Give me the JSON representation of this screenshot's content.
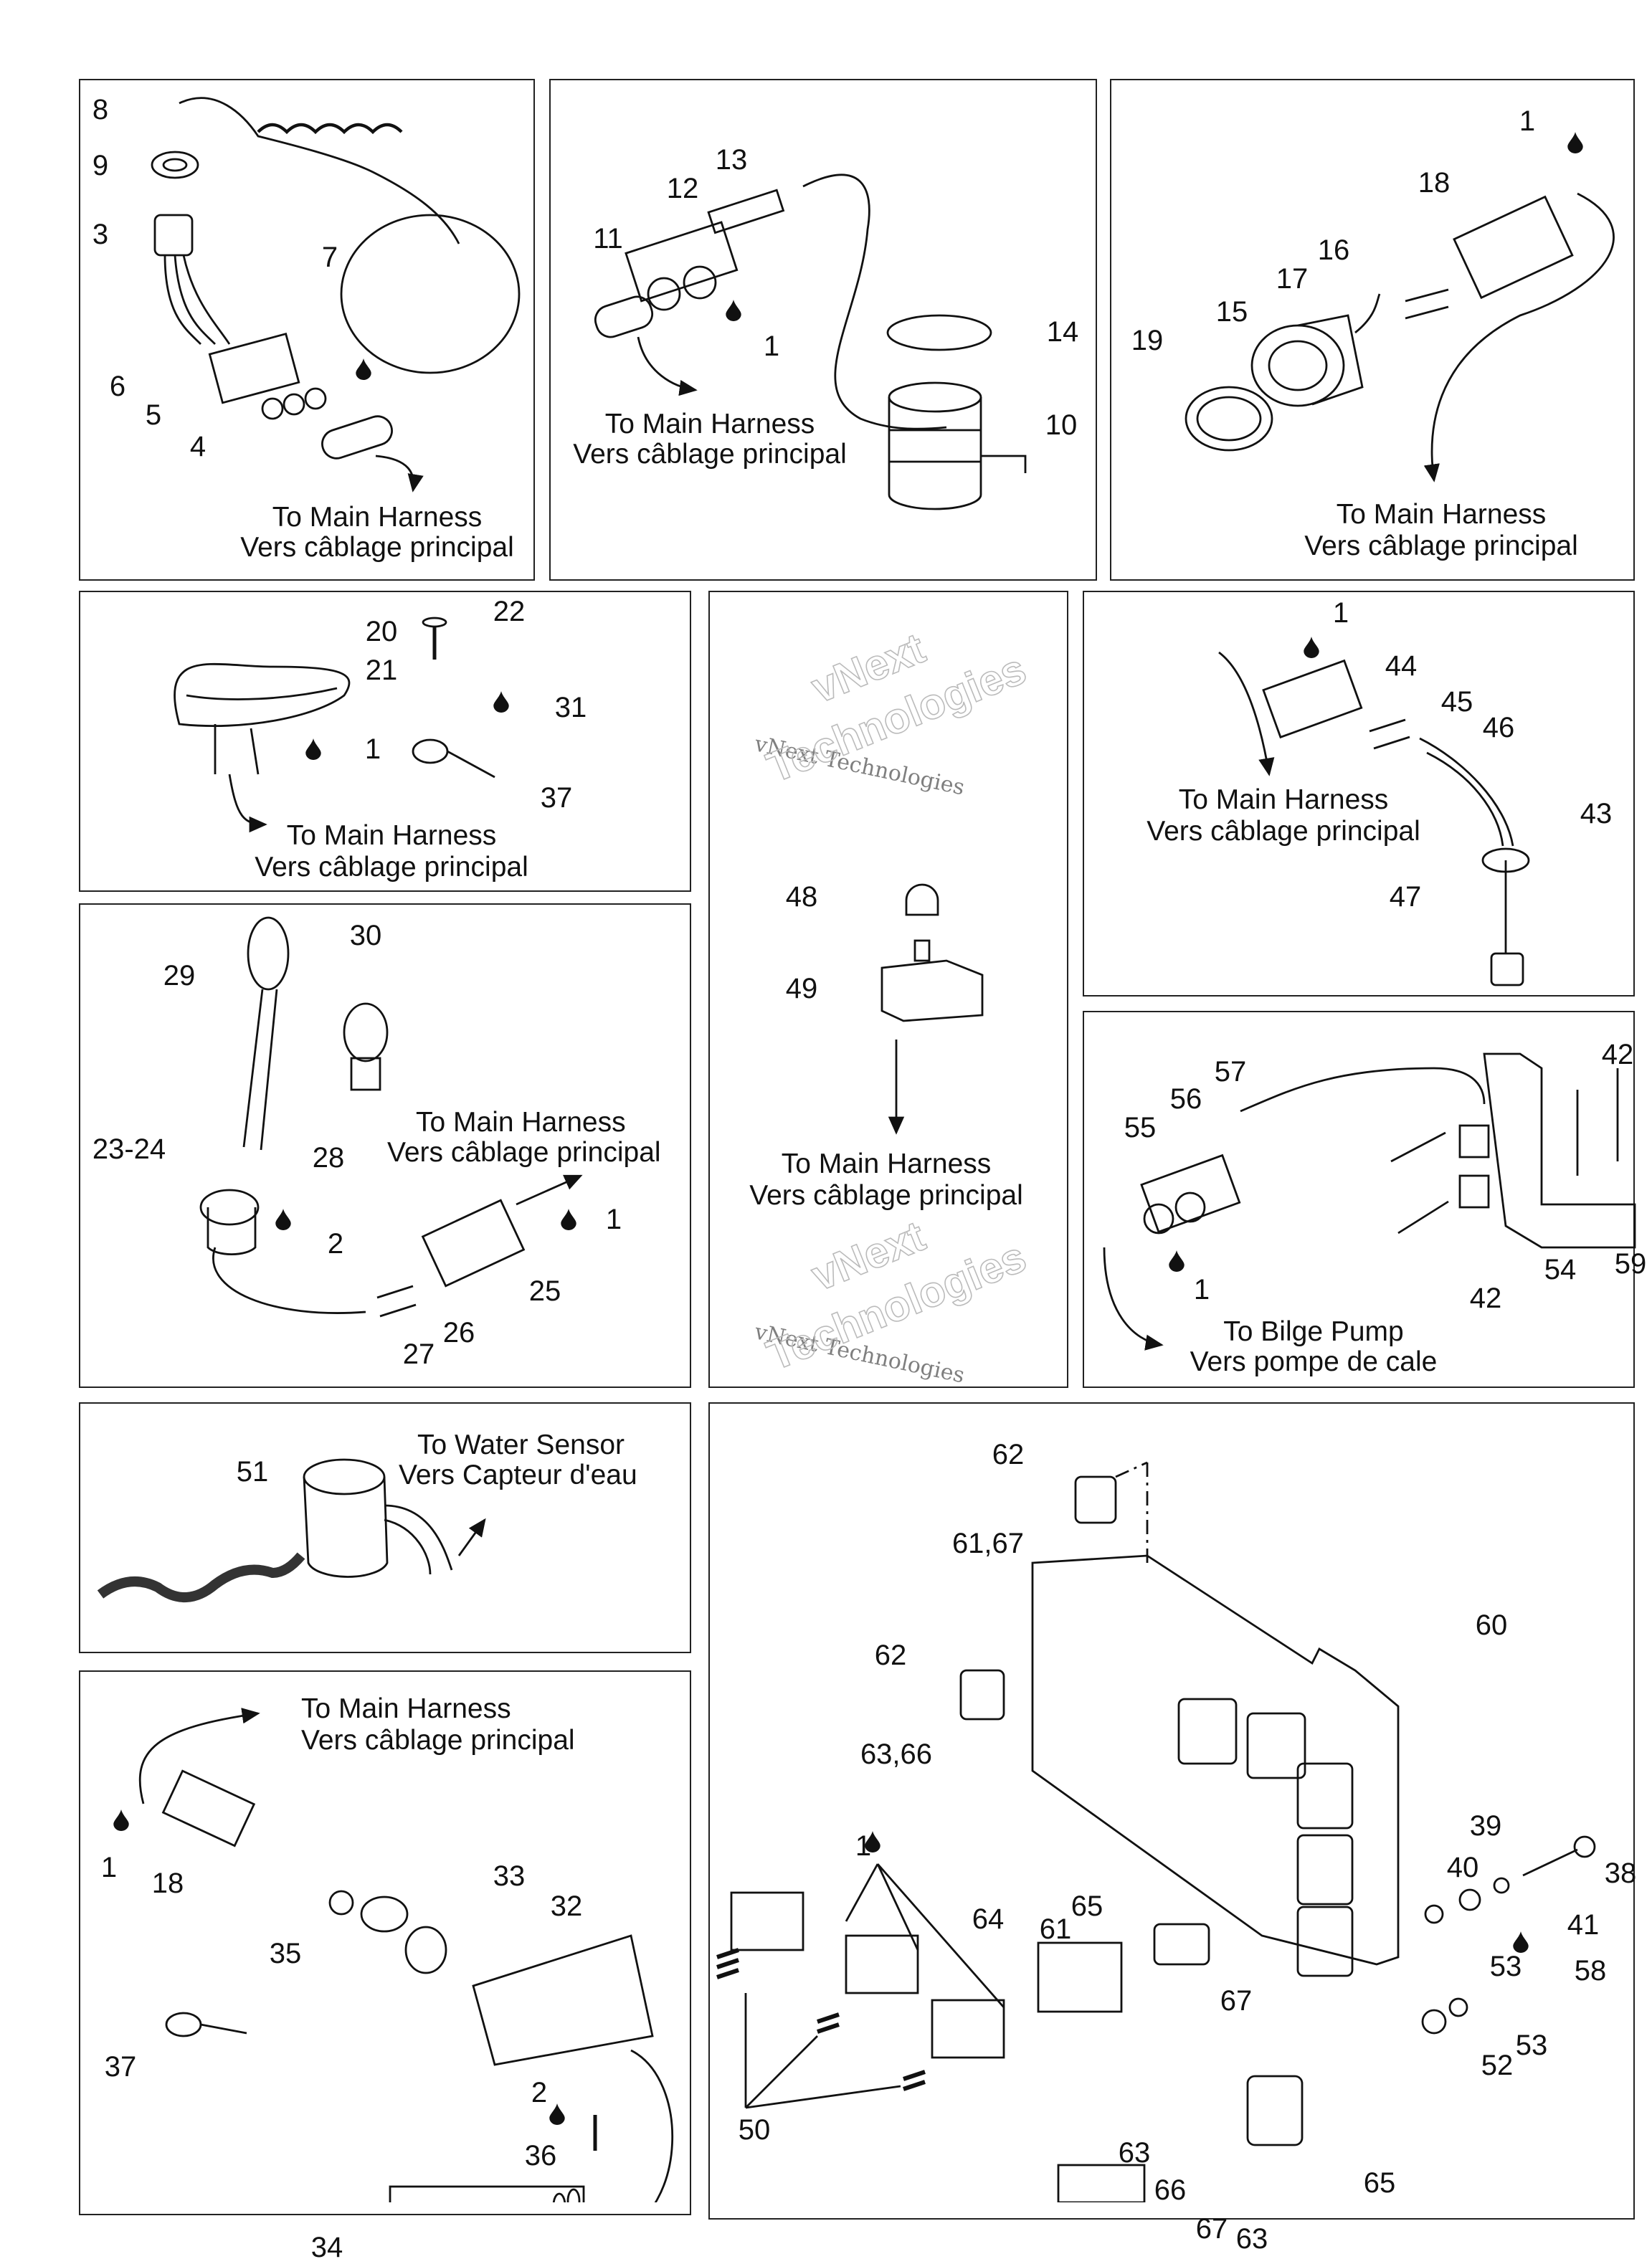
{
  "panels": [
    {
      "id": "lanyard-switch",
      "callouts": [
        "8",
        "9",
        "3",
        "7",
        "6",
        "5",
        "4"
      ],
      "caption": [
        "To Main Harness",
        "Vers câblage principal"
      ]
    },
    {
      "id": "horn",
      "callouts": [
        "13",
        "12",
        "11",
        "1",
        "14",
        "10"
      ],
      "caption": [
        "To Main Harness",
        "Vers câblage principal"
      ]
    },
    {
      "id": "buzzer",
      "callouts": [
        "1",
        "18",
        "16",
        "17",
        "15",
        "19"
      ],
      "caption": [
        "To Main Harness",
        "Vers câblage principal"
      ]
    },
    {
      "id": "bow-light",
      "callouts": [
        "22",
        "20",
        "21",
        "31",
        "1",
        "37"
      ],
      "caption": [
        "To Main Harness",
        "Vers câblage principal"
      ]
    },
    {
      "id": "push-switch",
      "callouts": [
        "48",
        "49"
      ],
      "caption": [
        "To Main Harness",
        "Vers câblage principal"
      ]
    },
    {
      "id": "fuel-sensor",
      "callouts": [
        "1",
        "44",
        "45",
        "46",
        "43",
        "47"
      ],
      "caption": [
        "To Main Harness",
        "Vers câblage principal"
      ]
    },
    {
      "id": "stern-light",
      "callouts": [
        "30",
        "29",
        "28",
        "23-24",
        "2",
        "1",
        "25",
        "26",
        "27"
      ],
      "caption": [
        "To Main Harness",
        "Vers câblage principal"
      ]
    },
    {
      "id": "bilge-switch",
      "callouts": [
        "57",
        "56",
        "55",
        "42",
        "42",
        "54",
        "59",
        "1"
      ],
      "caption": [
        "To Bilge Pump",
        "Vers pompe de cale"
      ]
    },
    {
      "id": "bilge-pump",
      "callouts": [
        "51"
      ],
      "caption": [
        "To Water Sensor",
        "Vers Capteur d'eau"
      ]
    },
    {
      "id": "water-sensor",
      "callouts": [
        "18",
        "1",
        "35",
        "33",
        "32",
        "37",
        "2",
        "36",
        "34"
      ],
      "caption": [
        "To Main Harness",
        "Vers câblage principal"
      ]
    },
    {
      "id": "control-module",
      "callouts": [
        "62",
        "61,67",
        "60",
        "62",
        "63,66",
        "1",
        "39",
        "38",
        "40",
        "41",
        "65",
        "64",
        "61",
        "67",
        "53",
        "58",
        "53",
        "52",
        "50",
        "63",
        "66",
        "65",
        "67",
        "63"
      ],
      "caption": []
    }
  ],
  "watermark": {
    "line1": "vNext Technologies",
    "line2": "vNext",
    "line3": "Technologies"
  },
  "icons": {
    "sealant": "droplet-icon"
  }
}
